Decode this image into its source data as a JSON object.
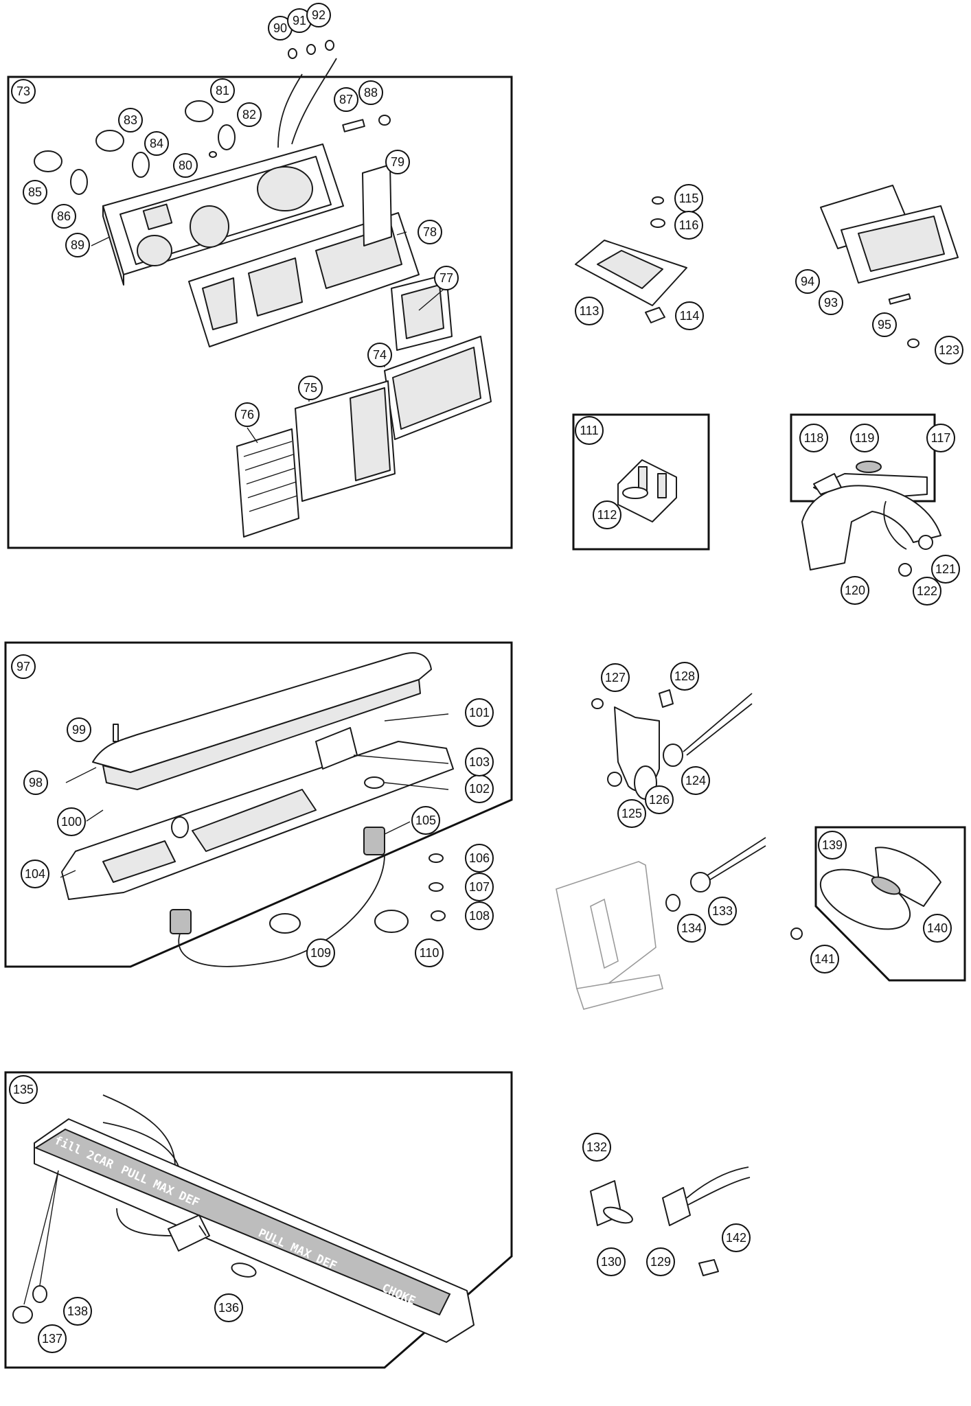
{
  "callouts": [
    {
      "id": "73",
      "label": "73"
    },
    {
      "id": "74",
      "label": "74"
    },
    {
      "id": "75",
      "label": "75"
    },
    {
      "id": "76",
      "label": "76"
    },
    {
      "id": "77",
      "label": "77"
    },
    {
      "id": "78",
      "label": "78"
    },
    {
      "id": "79",
      "label": "79"
    },
    {
      "id": "80",
      "label": "80"
    },
    {
      "id": "81",
      "label": "81"
    },
    {
      "id": "82",
      "label": "82"
    },
    {
      "id": "83",
      "label": "83"
    },
    {
      "id": "84",
      "label": "84"
    },
    {
      "id": "85",
      "label": "85"
    },
    {
      "id": "86",
      "label": "86"
    },
    {
      "id": "87",
      "label": "87"
    },
    {
      "id": "88",
      "label": "88"
    },
    {
      "id": "89",
      "label": "89"
    },
    {
      "id": "90",
      "label": "90"
    },
    {
      "id": "91",
      "label": "91"
    },
    {
      "id": "92",
      "label": "92"
    },
    {
      "id": "93",
      "label": "93"
    },
    {
      "id": "94",
      "label": "94"
    },
    {
      "id": "95",
      "label": "95"
    },
    {
      "id": "97",
      "label": "97"
    },
    {
      "id": "98",
      "label": "98"
    },
    {
      "id": "99",
      "label": "99"
    },
    {
      "id": "100",
      "label": "100"
    },
    {
      "id": "101",
      "label": "101"
    },
    {
      "id": "102",
      "label": "102"
    },
    {
      "id": "103",
      "label": "103"
    },
    {
      "id": "104",
      "label": "104"
    },
    {
      "id": "105",
      "label": "105"
    },
    {
      "id": "106",
      "label": "106"
    },
    {
      "id": "107",
      "label": "107"
    },
    {
      "id": "108",
      "label": "108"
    },
    {
      "id": "109",
      "label": "109"
    },
    {
      "id": "110",
      "label": "110"
    },
    {
      "id": "111",
      "label": "111"
    },
    {
      "id": "112",
      "label": "112"
    },
    {
      "id": "113",
      "label": "113"
    },
    {
      "id": "114",
      "label": "114"
    },
    {
      "id": "115",
      "label": "115"
    },
    {
      "id": "116",
      "label": "116"
    },
    {
      "id": "117",
      "label": "117"
    },
    {
      "id": "118",
      "label": "118"
    },
    {
      "id": "119",
      "label": "119"
    },
    {
      "id": "120",
      "label": "120"
    },
    {
      "id": "121",
      "label": "121"
    },
    {
      "id": "122",
      "label": "122"
    },
    {
      "id": "123",
      "label": "123"
    },
    {
      "id": "124",
      "label": "124"
    },
    {
      "id": "125",
      "label": "125"
    },
    {
      "id": "126",
      "label": "126"
    },
    {
      "id": "127",
      "label": "127"
    },
    {
      "id": "128",
      "label": "128"
    },
    {
      "id": "129",
      "label": "129"
    },
    {
      "id": "130",
      "label": "130"
    },
    {
      "id": "132",
      "label": "132"
    },
    {
      "id": "133",
      "label": "133"
    },
    {
      "id": "134",
      "label": "134"
    },
    {
      "id": "135",
      "label": "135"
    },
    {
      "id": "136",
      "label": "136"
    },
    {
      "id": "137",
      "label": "137"
    },
    {
      "id": "138",
      "label": "138"
    },
    {
      "id": "139",
      "label": "139"
    },
    {
      "id": "140",
      "label": "140"
    },
    {
      "id": "141",
      "label": "141"
    },
    {
      "id": "142",
      "label": "142"
    }
  ],
  "switch_strip": {
    "label_1": "fill 2CAR",
    "label_2": "PULL MAX DEF",
    "label_3": "PULL MAX DEF",
    "label_4": "CHOKE"
  }
}
